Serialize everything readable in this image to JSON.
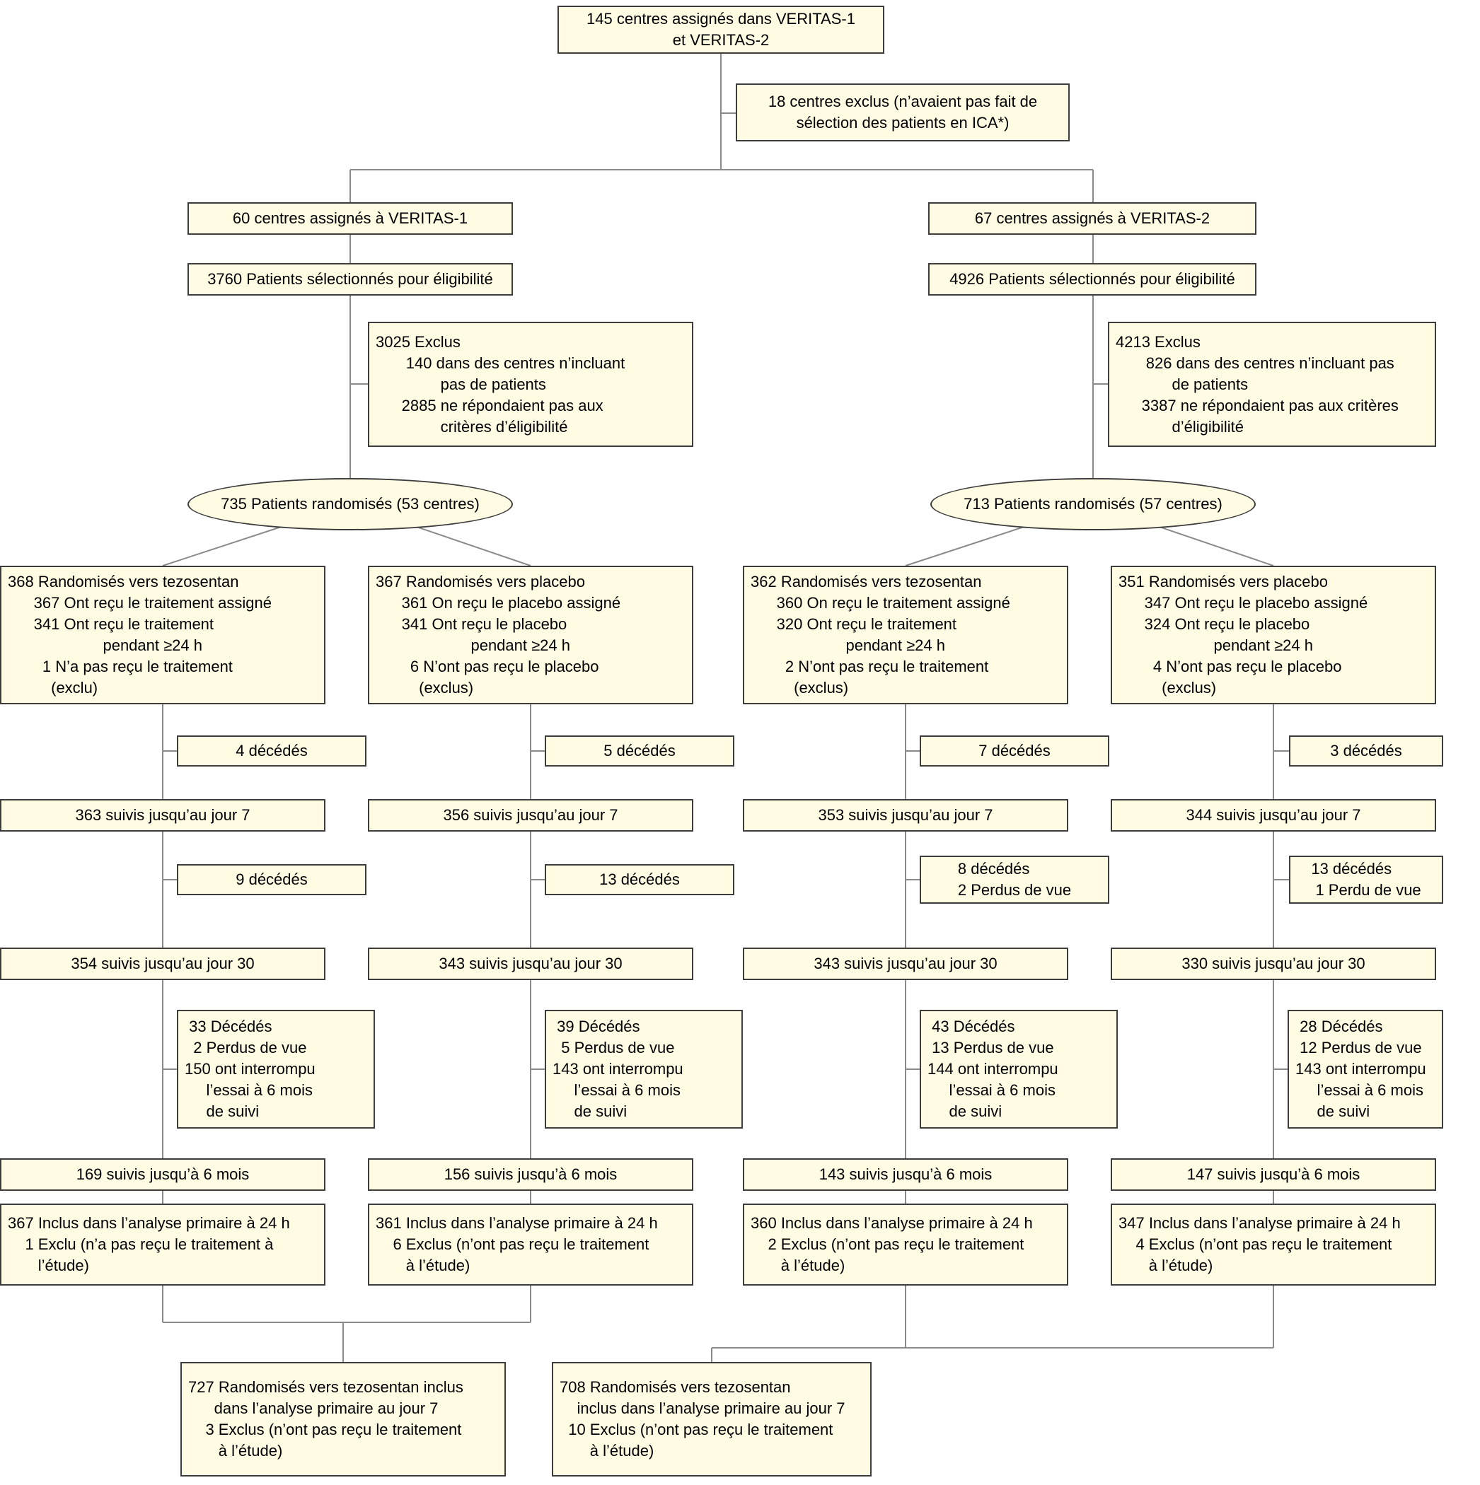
{
  "colors": {
    "box_background": "#FFFCE3",
    "box_border": "#3D3D3D",
    "connector_line": "#8A8A8A",
    "page_background": "#FFFFFF",
    "text": "#000000"
  },
  "diagram": {
    "top": {
      "assigned_total": "145 centres assignés dans VERITAS-1\net VERITAS-2",
      "excluded_centres": "18 centres exclus (n’avaient pas fait de\nsélection des patients en ICA*)"
    },
    "veritas1": {
      "centres": "60 centres assignés à VERITAS-1",
      "screened": "3760 Patients sélectionnés pour éligibilité",
      "excluded": "3025 Exclus\n       140 dans des centres n’incluant\n               pas de patients\n      2885 ne répondaient pas aux\n               critères d’éligibilité",
      "randomized": "735 Patients randomisés (53 centres)"
    },
    "veritas2": {
      "centres": "67 centres assignés à VERITAS-2",
      "screened": "4926 Patients sélectionnés pour éligibilité",
      "excluded": "4213 Exclus\n       826 dans des centres n’incluant pas\n             de patients\n      3387 ne répondaient pas aux critères\n             d’éligibilité",
      "randomized": "713 Patients randomisés (57 centres)"
    },
    "arms": [
      {
        "allocation": "368 Randomisés vers tezosentan\n      367 Ont reçu le traitement assigné\n      341 Ont reçu le traitement\n                      pendant ≥24 h\n        1 N’a pas reçu le traitement\n          (exclu)",
        "deaths_1": "4 décédés",
        "day7": "363 suivis jusqu’au jour 7",
        "deaths_2": "9 décédés",
        "day30": "354 suivis jusqu’au jour 30",
        "attrition": " 33 Décédés\n  2 Perdus de vue\n150 ont interrompu\n     l’essai à 6 mois\n     de suivi",
        "month6": "169 suivis jusqu’à 6 mois",
        "analysis_24h": "367 Inclus dans l’analyse primaire à 24 h\n    1 Exclu (n’a pas reçu le traitement à\n       l’étude)"
      },
      {
        "allocation": "367 Randomisés vers placebo\n      361 On reçu le placebo assigné\n      341 Ont reçu le placebo\n                      pendant ≥24 h\n        6 N’ont pas reçu le placebo\n          (exclus)",
        "deaths_1": "5 décédés",
        "day7": "356 suivis jusqu’au jour 7",
        "deaths_2": "13 décédés",
        "day30": "343 suivis jusqu’au jour 30",
        "attrition": " 39 Décédés\n  5 Perdus de vue\n143 ont interrompu\n     l’essai à 6 mois\n     de suivi",
        "month6": "156 suivis jusqu’à 6 mois",
        "analysis_24h": "361 Inclus dans l’analyse primaire à 24 h\n    6 Exclus (n’ont pas reçu le traitement\n       à l’étude)"
      },
      {
        "allocation": "362 Randomisés vers tezosentan\n      360 On reçu le traitement assigné\n      320 Ont reçu le traitement\n                      pendant ≥24 h\n        2 N’ont pas reçu le traitement\n          (exclus)",
        "deaths_1": "7 décédés",
        "day7": "353 suivis jusqu’au jour 7",
        "deaths_2": "8 décédés\n2 Perdus de vue",
        "day30": "343 suivis jusqu’au jour 30",
        "attrition": " 43 Décédés\n 13 Perdus de vue\n144 ont interrompu\n     l’essai à 6 mois\n     de suivi",
        "month6": "143 suivis jusqu’à 6 mois",
        "analysis_24h": "360 Inclus dans l’analyse primaire à 24 h\n    2 Exclus (n’ont pas reçu le traitement\n       à l’étude)"
      },
      {
        "allocation": "351 Randomisés vers placebo\n      347 Ont reçu le placebo assigné\n      324 Ont reçu le placebo\n                      pendant ≥24 h\n        4 N’ont pas reçu le placebo\n          (exclus)",
        "deaths_1": "3 décédés",
        "day7": "344 suivis jusqu’au jour 7",
        "deaths_2": "13 décédés\n 1 Perdu de vue",
        "day30": "330 suivis jusqu’au jour 30",
        "attrition": " 28 Décédés\n 12 Perdus de vue\n143 ont interrompu\n     l’essai à 6 mois\n     de suivi",
        "month6": "147 suivis jusqu’à 6 mois",
        "analysis_24h": "347 Inclus dans l’analyse primaire à 24 h\n    4 Exclus (n’ont pas reçu le traitement\n       à l’étude)"
      }
    ],
    "pooled": {
      "veritas1": "727 Randomisés vers tezosentan inclus\n      dans l’analyse primaire au jour 7\n    3 Exclus (n’ont pas reçu le traitement\n       à l’étude)",
      "veritas2": "708 Randomisés vers tezosentan\n    inclus dans l’analyse primaire au jour 7\n  10 Exclus (n’ont pas reçu le traitement\n       à l’étude)"
    }
  }
}
